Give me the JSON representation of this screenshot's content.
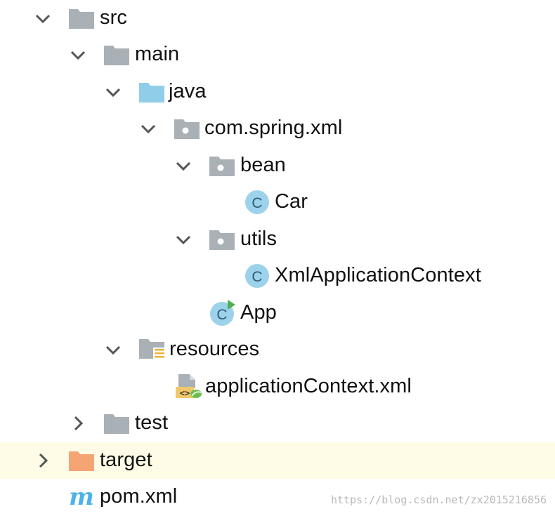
{
  "tree": {
    "src": {
      "label": "src",
      "icon": "folder-gray-icon"
    },
    "main": {
      "label": "main",
      "icon": "folder-gray-icon"
    },
    "java": {
      "label": "java",
      "icon": "source-folder-blue-icon"
    },
    "package_root": {
      "label": "com.spring.xml",
      "icon": "package-folder-icon"
    },
    "bean": {
      "label": "bean",
      "icon": "package-folder-icon"
    },
    "car": {
      "label": "Car",
      "icon": "java-class-icon"
    },
    "utils": {
      "label": "utils",
      "icon": "package-folder-icon"
    },
    "xml_app_ctx": {
      "label": "XmlApplicationContext",
      "icon": "java-class-icon"
    },
    "app": {
      "label": "App",
      "icon": "java-runnable-class-icon"
    },
    "resources": {
      "label": "resources",
      "icon": "resources-folder-icon"
    },
    "app_ctx_xml": {
      "label": "applicationContext.xml",
      "icon": "spring-xml-file-icon"
    },
    "test": {
      "label": "test",
      "icon": "folder-gray-icon"
    },
    "target": {
      "label": "target",
      "icon": "folder-orange-icon"
    },
    "pom": {
      "label": "pom.xml",
      "icon": "maven-icon"
    }
  },
  "class_icon_letter": "C",
  "colors": {
    "folder_gray": "#a9b0b6",
    "folder_blue": "#8fcde8",
    "folder_orange": "#f5a474",
    "class_circle": "#9dd2eb",
    "class_letter": "#2d5c76",
    "run_green": "#4caf50",
    "selected_row": "#fefce6",
    "maven_blue": "#4bb3e8"
  },
  "watermark": "https://blog.csdn.net/zx2015216856"
}
